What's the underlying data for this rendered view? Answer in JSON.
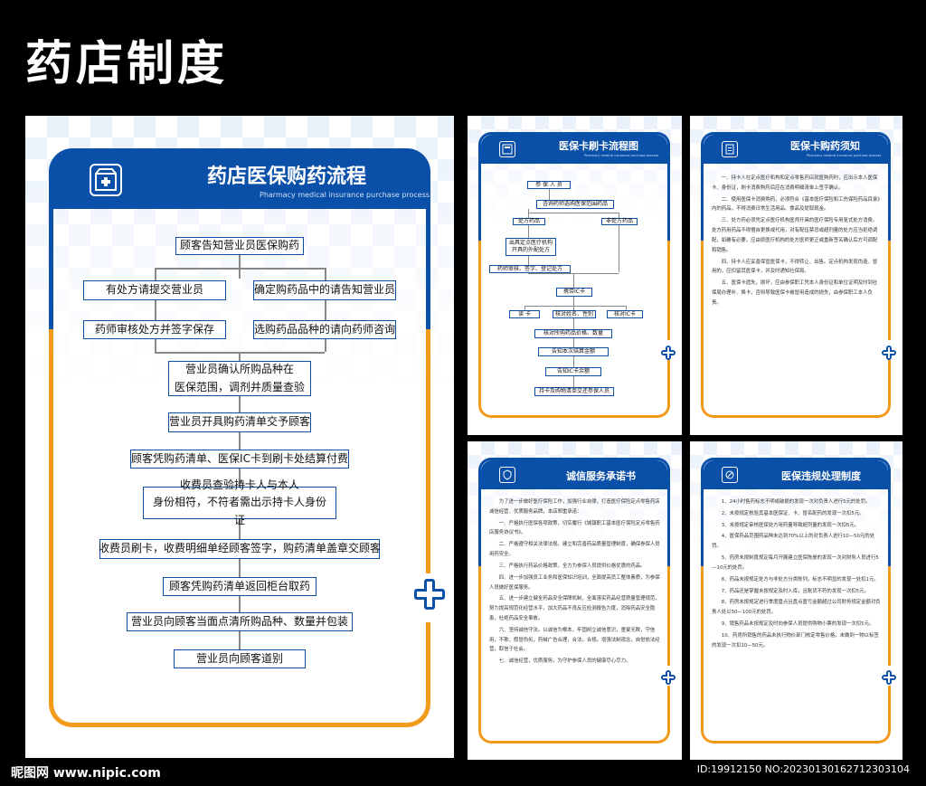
{
  "main_title": "药店制度",
  "poster1": {
    "title": "药店医保购药流程",
    "subtitle": "Pharmacy medical insurance purchase process",
    "steps": {
      "s1": "顾客告知营业员医保购药",
      "s2a": "有处方请提交营业员",
      "s2b": "确定购药品中的请告知营业员",
      "s3a": "药师审核处方并签字保存",
      "s3b": "选购药品品种的请向药师咨询",
      "s4": "营业员确认所购品种在\n医保范围，调剂并质量查验",
      "s5": "营业员开具购药清单交予顾客",
      "s6": "顾客凭购药清单、医保IC卡到刷卡处结算付费",
      "s7": "收费员查验持卡人与本人\n身份相符，不符者需出示持卡人身份证",
      "s8": "收费员刷卡，收费明细单经顾客签字，购药清单盖章交顾客",
      "s9": "顾客凭购药清单返回柜台取药",
      "s10": "营业员向顾客当面点清所购品种、数量并包装",
      "s11": "营业员向顾客道别"
    }
  },
  "poster2": {
    "title": "医保卡刷卡流程图",
    "subtitle": "Pharmacy medical insurance purchase process",
    "steps": {
      "a": "参 保 人 员",
      "b": "咨询药师选购医保范围药品",
      "c1": "处方药品",
      "c2": "非处方药品",
      "d": "出具定点医疗机构\n开具的外配处方",
      "e": "药师审核、签字、登记处方",
      "f": "携带IC卡",
      "g1": "读  卡",
      "g2": "核对姓名、性别",
      "g3": "核对IC卡",
      "h": "核对所购药品价格、数量",
      "i": "告知本次结算金额",
      "j": "告知IC卡余额",
      "k": "持卡及购物清单交还参保人员"
    }
  },
  "poster3": {
    "title": "医保卡购药须知",
    "subtitle": "Pharmacy medical insurance purchase process",
    "paragraphs": [
      "一、持卡人在定点医疗机构和定点零售药店就医购药时，应出示本人医保卡、身份证，刷卡消费购药后应在消费明细清单上签字确认。",
      "二、使用医保卡消费购药，必须符合《基本医疗保险和工伤保险药品目录》内的药品，不得消费日常生活用品、食品及提取现金。",
      "三、处方药必须凭定点医疗机构医师开具的医疗保险专用复式处方消费。处方药用药品不得擅自更换或代用，对有配伍禁忌或超剂量的处方应当拒绝调配，如确有必要，应由原医疗机构的处方医师更正或重新签名确认后方可调配和销售。",
      "四、持卡人应妥善保管医保卡，不得转让、出售。定点机构发现伪造、冒用的，应扣留其医保卡，并及时通知社保局。",
      "五、医保卡遗失，损坏，应由参保职工凭本人身份证和单位证明及时到社保局办理补、换卡，否则导致医保卡被冒用造成的损失，由参保职工本人负责。"
    ]
  },
  "poster4": {
    "title": "诚信服务承诺书",
    "paragraphs": [
      "为了进一步做好医疗保险工作，加强行业自律，打造医疗保险定点零售药店诚信经营、优质服务品牌，本店郑重承诺：",
      "一、严格执行医保各项政策，切实履行《城镇职工基本医疗保险定点零售药店服务协议书》。",
      "二、严格遵守相关法律法规，建立和完善药品质量管理制度，确保参保人员用药安全。",
      "三、严格执行药品价格政策，全力为参保人员提供价格优惠的药品。",
      "四、进一步加强员工业务和医保知识培训，全面提高员工整体素质，为参保人员做好医保服务。",
      "五、进一步建立健全药品安全保障机制，全面落实药品经营质量管理规范，努力提高规范化经营水平，加大药品不良反应检测报告力度，消除药品安全隐患，杜绝药品安全事故。",
      "六、坚持诚信守法。以诚信为根本，牢固树立诚信意识，童叟无欺，守信用，不欺，假冒伪劣，药械广告合理，合法，合规。增强法制观念，自觉依法经营，取信于社会。",
      "七、诚信经营，优质服务，为守护参保人员的健康尽心尽力。"
    ]
  },
  "poster5": {
    "title": "医保违规处理制度",
    "paragraphs": [
      "1、24小时售药标志不明或破损的发现一次对负责人进行5元的处罚。",
      "2、未按规定核验其基本医保证、卡、冒名配药的发现一次扣5元。",
      "3、未按规定审核医保处方用药量导致超剂量的发现一次扣5元。",
      "4、医保药品范围药品种未达到70%以上的对负责人进行10—50元的处罚。",
      "5、药房未按制度规定每月开展建立医保陈册的发现一次对财务人员进行5—10元的处罚。",
      "6、药品未按规定处方与非处方分类陈列，标志不明显的发现一处扣1元。",
      "7、药品还是掌握未按规定及时入库，且账货不符的发现一次扣5元。",
      "8、药房未按规定进行季度盘点且盘点盈亏金额超过公司财务规定金额对负责人处以50—100元的处罚。",
      "9、销售药品未按规定及时向参保人员提供购物小票的发现一次扣5元。",
      "10、药房所销售的药品未执行物价部门核定零售价格，未做到一物以标签的发现一次扣10—50元。"
    ]
  },
  "footer": {
    "left": "昵图网 www.nipic.com",
    "right": "ID:19912150 NO:20230130162712303104"
  },
  "colors": {
    "blue": "#0a4fa8",
    "orange": "#f29a1b"
  }
}
